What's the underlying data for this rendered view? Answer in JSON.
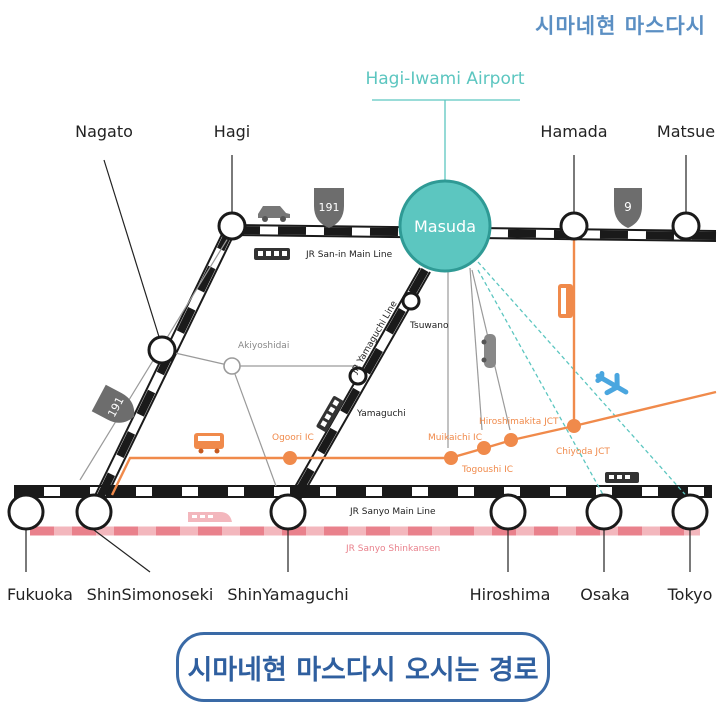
{
  "brand": "시마네현 마스다시",
  "caption": "시마네현 마스다시 오시는 경로",
  "airport": "Hagi-Iwami Airport",
  "hub": "Masuda",
  "stations": {
    "nagato": "Nagato",
    "hagi": "Hagi",
    "hamada": "Hamada",
    "matsue": "Matsue",
    "fukuoka": "Fukuoka",
    "shinsimonoseki": "ShinSimonoseki",
    "shinyamaguchi": "ShinYamaguchi",
    "hiroshima": "Hiroshima",
    "osaka": "Osaka",
    "tokyo": "Tokyo"
  },
  "minor": {
    "akiyoshidai": "Akiyoshidai",
    "tsuwano": "Tsuwano",
    "yamaguchi": "Yamaguchi"
  },
  "lines": {
    "sanin": "JR San-in Main Line",
    "yamaguchi": "JR Yamaguchi Line",
    "sanyo": "JR Sanyo Main Line",
    "shinkansen": "JR Sanyo Shinkansen"
  },
  "interchanges": {
    "ogoori": "Ogoori IC",
    "muikaichi": "Muikaichi IC",
    "togoushi": "Togoushi IC",
    "hiroshimakita": "Hiroshimakita JCT",
    "chiyoda": "Chiyoda JCT"
  },
  "routes": {
    "r191a": "191",
    "r191b": "191",
    "r9": "9"
  },
  "colors": {
    "teal": "#5cc6c0",
    "orange": "#f08a4b",
    "pink": "#f0a0a8",
    "black": "#1a1a1a",
    "brand": "#5b8fc3",
    "caption_border": "#3a6aa6"
  }
}
